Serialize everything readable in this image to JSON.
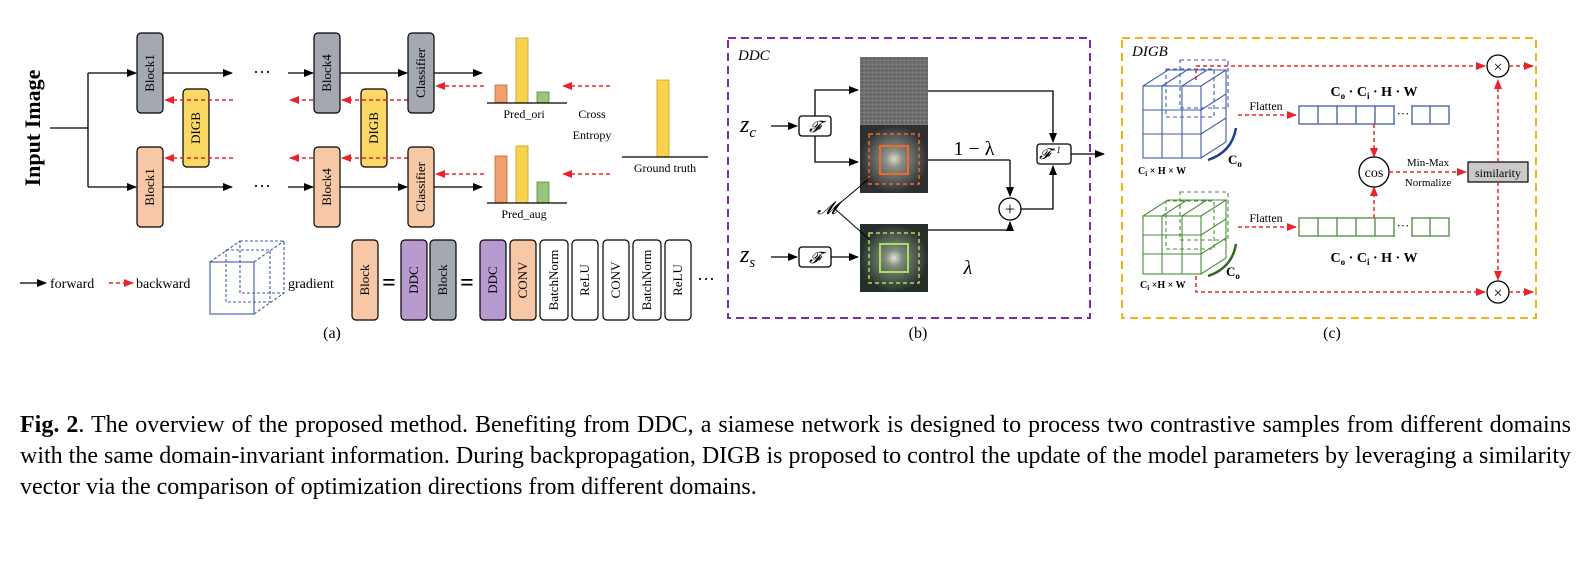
{
  "panel_a": {
    "input_label": "Input Image",
    "block1": "Block1",
    "block4": "Block4",
    "classifier": "Classifier",
    "digb": "DIGB",
    "ellipsis": "···",
    "pred_ori": "Pred_ori",
    "pred_aug": "Pred_aug",
    "cross": "Cross",
    "entropy": "Entropy",
    "ground_truth": "Ground truth",
    "legend_forward": "forward",
    "legend_backward": "backward",
    "legend_gradient": "gradient",
    "eq_block": "Block",
    "eq_ddc": "DDC",
    "eq_conv": "CONV",
    "eq_batchnorm": "BatchNorm",
    "eq_relu": "ReLU",
    "eq_equals": "=",
    "sub_label": "(a)"
  },
  "panel_b": {
    "title": "DDC",
    "zc": "z",
    "zc_sub": "c",
    "zs": "z",
    "zs_sub": "s",
    "fourier": "𝓕",
    "inv_fourier": "𝓕",
    "inv_sup": "−1",
    "m_label": "𝓜",
    "one_minus_lambda": "1 − λ",
    "lambda": "λ",
    "plus": "+",
    "sub_label": "(b)"
  },
  "panel_c": {
    "title": "DIGB",
    "flatten_top": "Flatten",
    "flatten_bottom": "Flatten",
    "formula_top": "C",
    "formula_bottom": "C",
    "dims_top": "C",
    "dims_bottom": "C",
    "co_top": "C",
    "co_bottom": "C",
    "cos": "cos",
    "min_max": "Min-Max",
    "normalize": "Normalize",
    "similarity": "similarity",
    "times": "×",
    "ellipsis": "···",
    "sub_label": "(c)"
  },
  "caption": {
    "label": "Fig. 2",
    "text": ". The overview of the proposed method. Benefiting from DDC, a siamese network is designed to process two contrastive samples from different domains with the same domain-invariant information. During backpropagation, DIGB is proposed to control the update of the model parameters by leveraging a similarity vector via the comparison of optimization directions from different domains."
  },
  "colors": {
    "block_gray": "#a4a9b1",
    "block_orange": "#f6c8a5",
    "digb_yellow": "#fbd964",
    "ddc_purple": "#b79ad0",
    "bar_orange": "#f0a070",
    "bar_yellow": "#f9d24e",
    "bar_green": "#99c47e",
    "backward_red": "#e8232a",
    "ddc_border": "#7a2fa8",
    "digb_border": "#f2b21a",
    "cube_blue": "#3c5ea8",
    "cube_green": "#4a8c3a"
  }
}
